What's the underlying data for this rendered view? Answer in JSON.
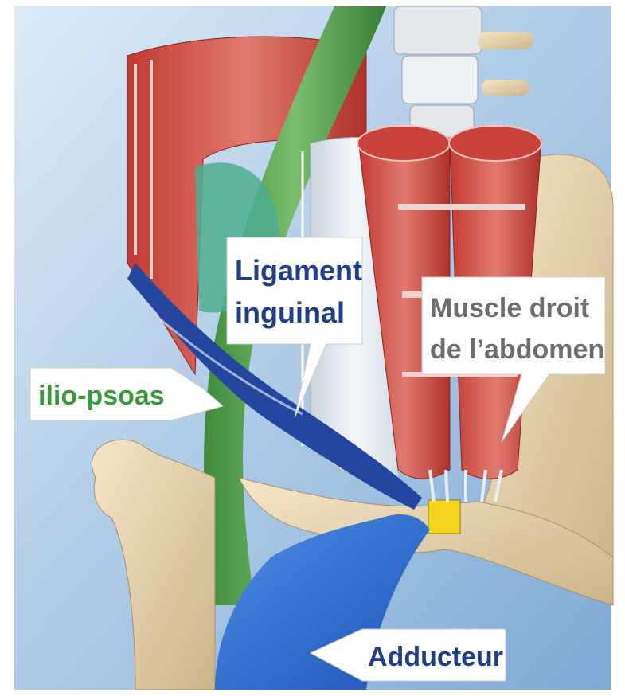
{
  "labels": {
    "ligament": {
      "line1": "Ligament",
      "line2": "inguinal"
    },
    "rectus": {
      "line1": "Muscle droit",
      "line2": "de l’abdomen"
    },
    "iliopsoas": {
      "text": "ilio-psoas"
    },
    "adductor": {
      "text": "Adducteur"
    }
  },
  "colors": {
    "background_top": "#cfe3f3",
    "background_bottom": "#8fb8dc",
    "muscle_red": "#b8312c",
    "muscle_light": "#d9726a",
    "bone": "#ead7b2",
    "ligament_blue": "#1d3f9a",
    "adductor_blue": "#2f6fd1",
    "psoas_green": "#4c9a4a",
    "fascia_white": "#e8eef4",
    "symphysis_yellow": "#f0d21a",
    "label_dark_blue": "#1f3f8c",
    "label_green": "#3a9a3a",
    "label_gray": "#6e6e6e"
  }
}
